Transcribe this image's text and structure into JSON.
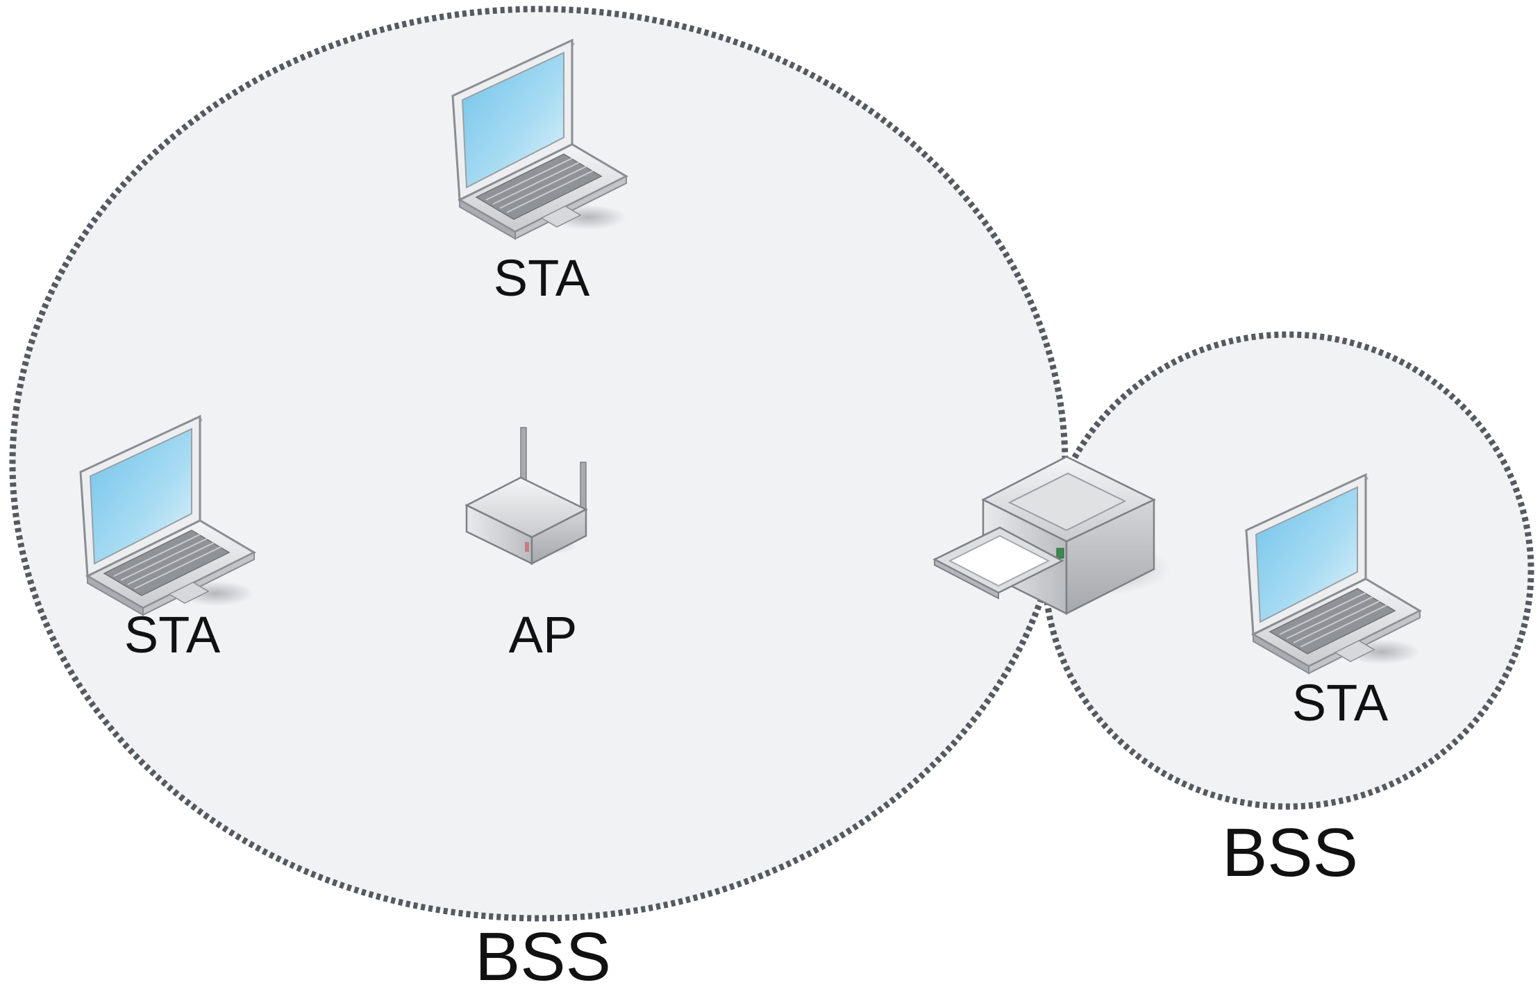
{
  "diagram": {
    "large_bss": {
      "label": "BSS",
      "stations": [
        {
          "label": "STA",
          "icon": "laptop-icon"
        },
        {
          "label": "STA",
          "icon": "laptop-icon"
        }
      ],
      "access_point": {
        "label": "AP",
        "icon": "wireless-router-icon"
      }
    },
    "small_bss": {
      "label": "BSS",
      "station": {
        "label": "STA",
        "icon": "laptop-icon"
      }
    },
    "shared_device": {
      "icon": "printer-icon"
    }
  },
  "colors": {
    "area_fill": "#f1f2f4",
    "boundary_stroke": "#555a60",
    "screen": "#8fd0ec",
    "device_body": "#e4e6e8"
  }
}
